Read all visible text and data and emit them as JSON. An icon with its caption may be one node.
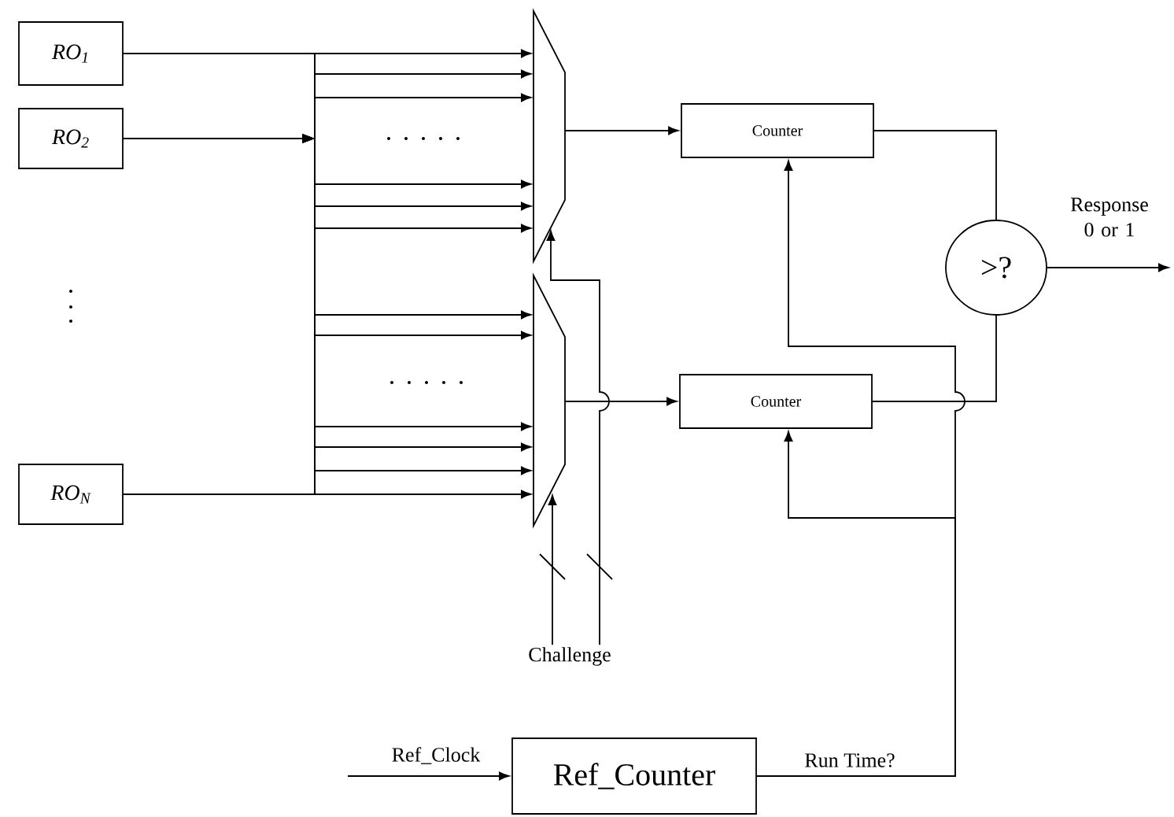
{
  "diagram": {
    "nodes": [
      {
        "text": [
          "RO$_{1}$"
        ]
      },
      {
        "text": [
          "RO$_{2}$"
        ]
      },
      {
        "text": [
          "RO$_{N}$"
        ]
      },
      {
        "text": [],
        "shape": "trapezoid"
      },
      {
        "text": [],
        "shape": "trapezoid"
      },
      {
        "text": [
          "Counter"
        ]
      },
      {
        "text": [
          "Counter"
        ]
      },
      {
        "text": [
          ">?"
        ]
      },
      {
        "text": [
          "Ref_Counter"
        ]
      },
      {
        "text": [
          "Challenge"
        ]
      }
    ],
    "edges": [
      {
        "from": 0,
        "to": 3,
        "arrow": "to"
      },
      {
        "from": 1,
        "to": 3,
        "arrow": "to"
      },
      {
        "from": 2,
        "to": 3,
        "arrow": "to"
      },
      {
        "from": 0,
        "to": 3,
        "arrow": "to"
      },
      {
        "from": 1,
        "to": 3,
        "arrow": "to"
      },
      {
        "from": 2,
        "to": 3,
        "arrow": "to"
      },
      {
        "from": 0,
        "to": 4,
        "arrow": "to"
      },
      {
        "from": 1,
        "to": 4,
        "arrow": "to"
      },
      {
        "from": 2,
        "to": 4,
        "arrow": "to"
      },
      {
        "from": 0,
        "to": 4,
        "arrow": "to"
      },
      {
        "from": 1,
        "to": 4,
        "arrow": "to"
      },
      {
        "from": 2,
        "to": 4,
        "arrow": "to"
      },
      {
        "from": 3,
        "to": 5,
        "arrow": "to"
      },
      {
        "from": 4,
        "to": 6,
        "arrow": "to"
      },
      {
        "from": 5,
        "to": 7,
        "arrow": "none"
      },
      {
        "from": 6,
        "to": 7,
        "arrow": "none"
      },
      {
        "from": 7,
        "to": null,
        "arrow": "to",
        "label": "Response 0 or 1"
      },
      {
        "from": null,
        "to": 8,
        "arrow": "to",
        "label": "Ref_Clock"
      },
      {
        "from": 8,
        "to": 5,
        "arrow": "to",
        "label": "Run Time?"
      },
      {
        "from": 8,
        "to": 6,
        "arrow": "to"
      },
      {
        "from": 9,
        "to": 3,
        "arrow": "to"
      },
      {
        "from": 9,
        "to": 4,
        "arrow": "to"
      }
    ]
  }
}
